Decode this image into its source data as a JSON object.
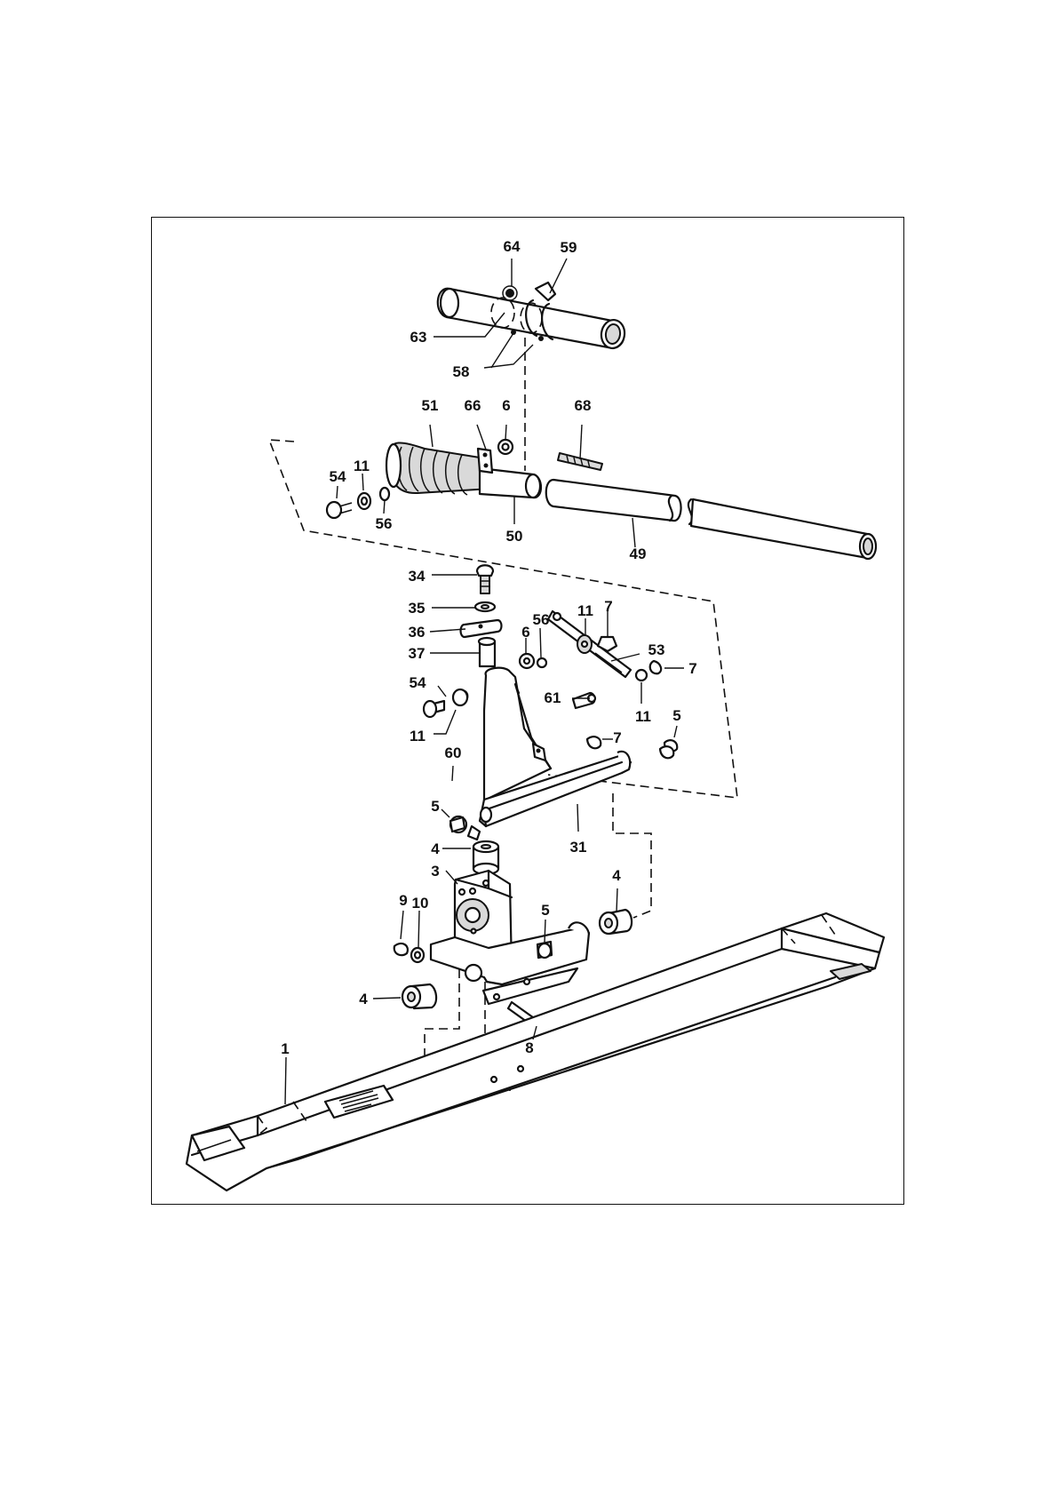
{
  "diagram": {
    "labels": {
      "l64": "64",
      "l59": "59",
      "l63": "63",
      "l58": "58",
      "l51": "51",
      "l66": "66",
      "l6a": "6",
      "l68": "68",
      "l54a": "54",
      "l11a": "11",
      "l56a": "56",
      "l50": "50",
      "l49": "49",
      "l34": "34",
      "l35": "35",
      "l36": "36",
      "l37": "37",
      "l6b": "6",
      "l56b": "56",
      "l11b": "11",
      "l7a": "7",
      "l53": "53",
      "l7b": "7",
      "l54b": "54",
      "l61": "61",
      "l11c": "11",
      "l11d": "11",
      "l5a": "5",
      "l7c": "7",
      "l60": "60",
      "l5b": "5",
      "l31": "31",
      "l4a": "4",
      "l3": "3",
      "l9": "9",
      "l10": "10",
      "l5c": "5",
      "l4b": "4",
      "l4c": "4",
      "l8": "8",
      "l1": "1"
    }
  }
}
